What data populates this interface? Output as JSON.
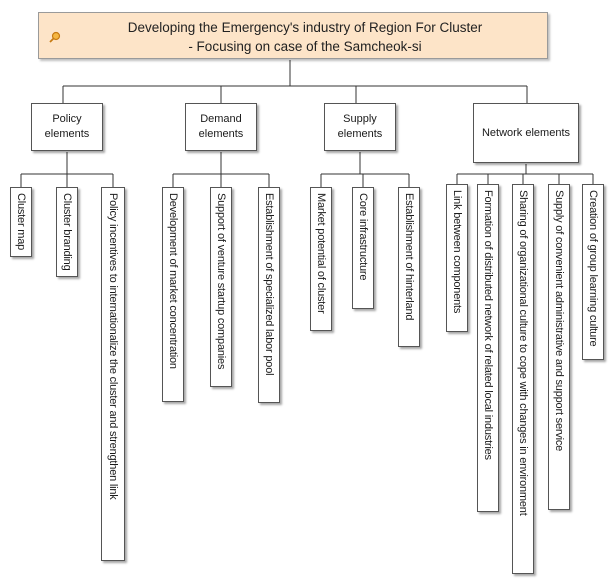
{
  "root": {
    "title_line1": "Developing the Emergency's industry of  Region For Cluster",
    "title_line2": "- Focusing on case of the Samcheok-si",
    "icon": "magnifier-icon"
  },
  "categories": [
    {
      "label": "Policy elements",
      "items": [
        "Cluster map",
        "Cluster branding",
        "Policy incentives to internationalize the cluster and strengthen link"
      ]
    },
    {
      "label": "Demand elements",
      "items": [
        "Development of market concentration",
        "Support of venture startup companies",
        "Establishment of specialized labor pool"
      ]
    },
    {
      "label": "Supply elements",
      "items": [
        "Market potential of cluster",
        "Core infrastructure",
        "Establishment of hinterland"
      ]
    },
    {
      "label": "Network elements",
      "items": [
        "Link between components",
        "Formation of distributed network of related local industries",
        "Sharing of organizational culture to cope with changes in environment",
        "Supply of convenient administrative and support service",
        "Creation of group learning culture"
      ]
    }
  ],
  "colors": {
    "root_fill": "#fde4c8",
    "border": "#555555",
    "connector": "#333333"
  }
}
